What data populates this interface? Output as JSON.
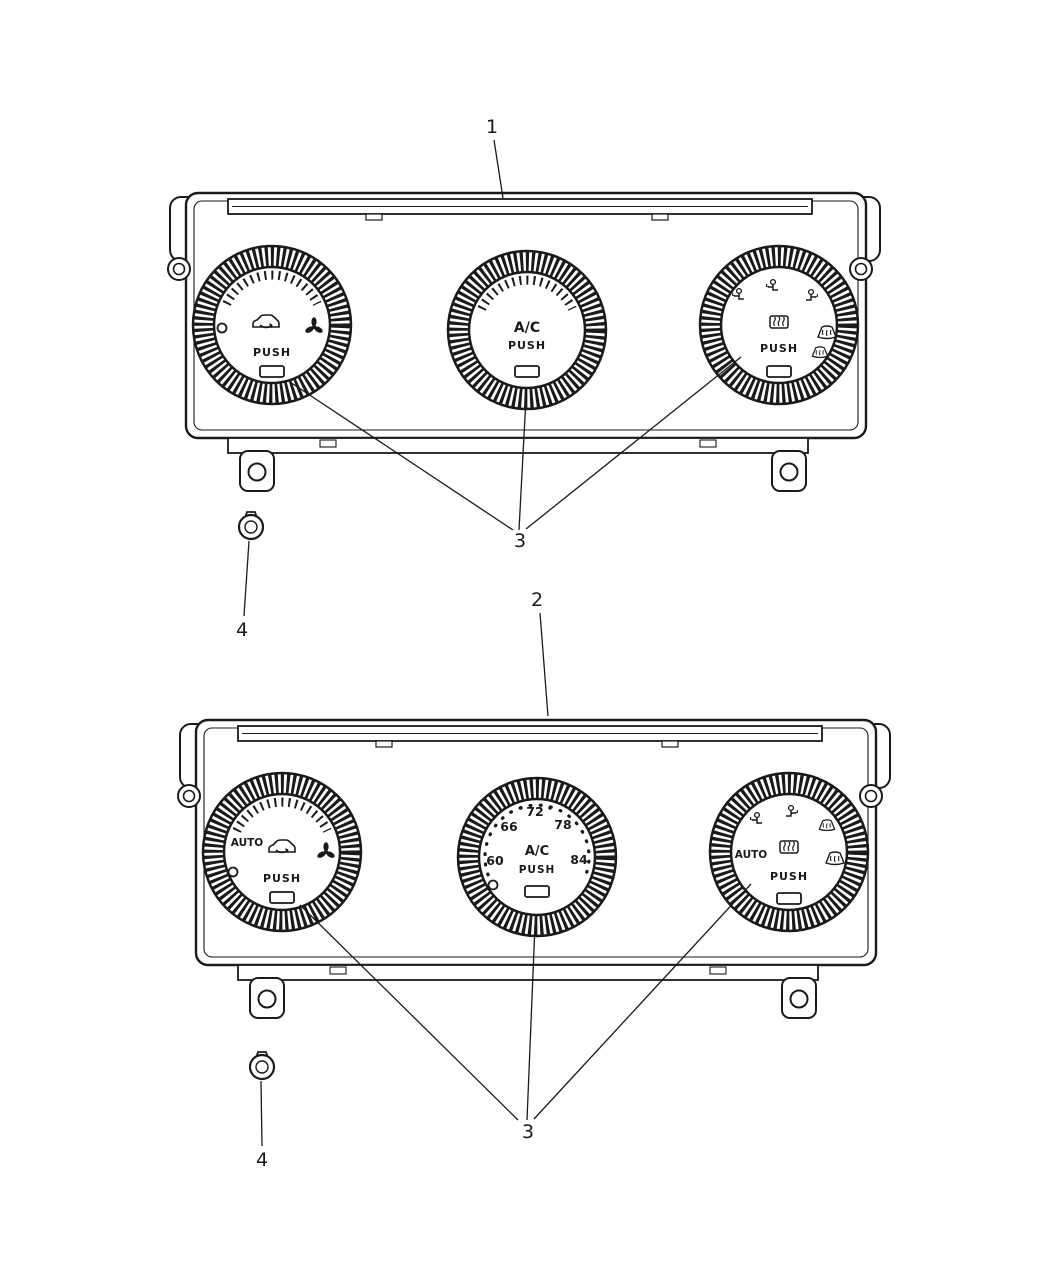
{
  "colors": {
    "line": "#1a1a1a",
    "background": "#ffffff"
  },
  "callouts": {
    "c1": "1",
    "c2": "2",
    "c3": "3",
    "c4": "4"
  },
  "unit_manual": {
    "fan_knob": {
      "push": "PUSH"
    },
    "temp_knob": {
      "ac": "A/C",
      "push": "PUSH"
    },
    "mode_knob": {
      "push": "PUSH"
    }
  },
  "unit_auto": {
    "fan_knob": {
      "auto": "AUTO",
      "push": "PUSH"
    },
    "temp_knob": {
      "ac": "A/C",
      "push": "PUSH",
      "temps": [
        "60",
        "66",
        "72",
        "78",
        "84"
      ]
    },
    "mode_knob": {
      "auto": "AUTO",
      "push": "PUSH"
    }
  },
  "icons": {
    "recirculation": "car-recirculation-icon",
    "fan": "fan-blades-icon",
    "mode_person": "airflow-direction-person-icon",
    "rear_defrost": "rear-defrost-icon",
    "windshield_defrost": "windshield-defrost-icon",
    "bulb": "lamp-bulb-part"
  }
}
